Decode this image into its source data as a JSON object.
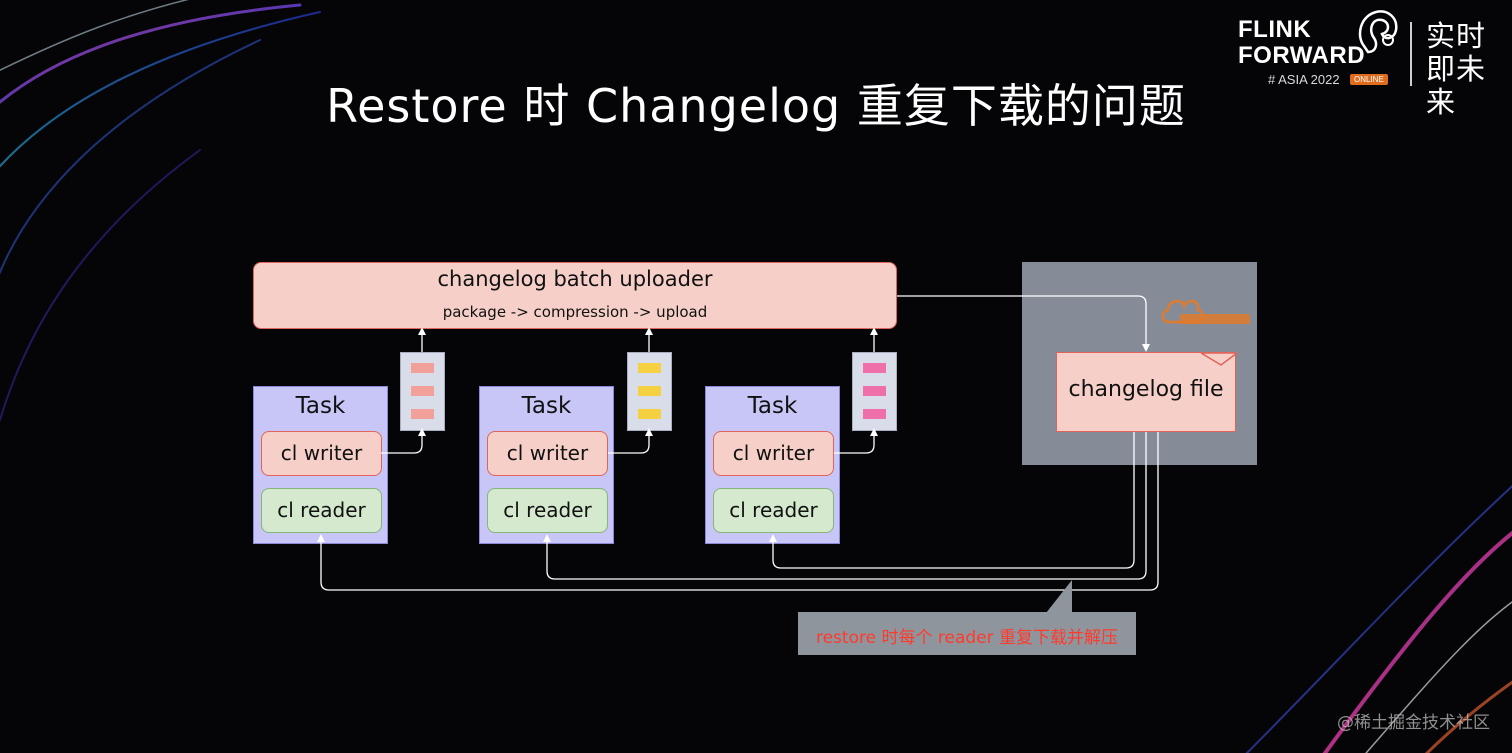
{
  "title": "Restore 时 Changelog 重复下载的问题",
  "logo": {
    "line1": "FLINK",
    "line2": "FORWARD",
    "event": "# ASIA 2022",
    "badge": "ONLINE",
    "slogan": "实时即未来"
  },
  "uploader": {
    "title": "changelog batch uploader",
    "subtitle": "package -> compression -> upload"
  },
  "tasks": [
    {
      "label": "Task",
      "writer": "cl writer",
      "reader": "cl reader",
      "queue_color": "#f2a19a"
    },
    {
      "label": "Task",
      "writer": "cl writer",
      "reader": "cl reader",
      "queue_color": "#f5d142"
    },
    {
      "label": "Task",
      "writer": "cl writer",
      "reader": "cl reader",
      "queue_color": "#ee6fa9"
    }
  ],
  "storage": {
    "file_label": "changelog file",
    "logo_icon": "oss-cloud-icon"
  },
  "callout": {
    "text": "restore 时每个 reader 重复下载并解压"
  },
  "watermark": "@稀土掘金技术社区",
  "colors": {
    "background": "#050507",
    "writer_fill": "#f6d0c8",
    "reader_fill": "#d5e9cf",
    "task_fill": "#c7c6f6",
    "callout_text": "#ff3a2c"
  }
}
